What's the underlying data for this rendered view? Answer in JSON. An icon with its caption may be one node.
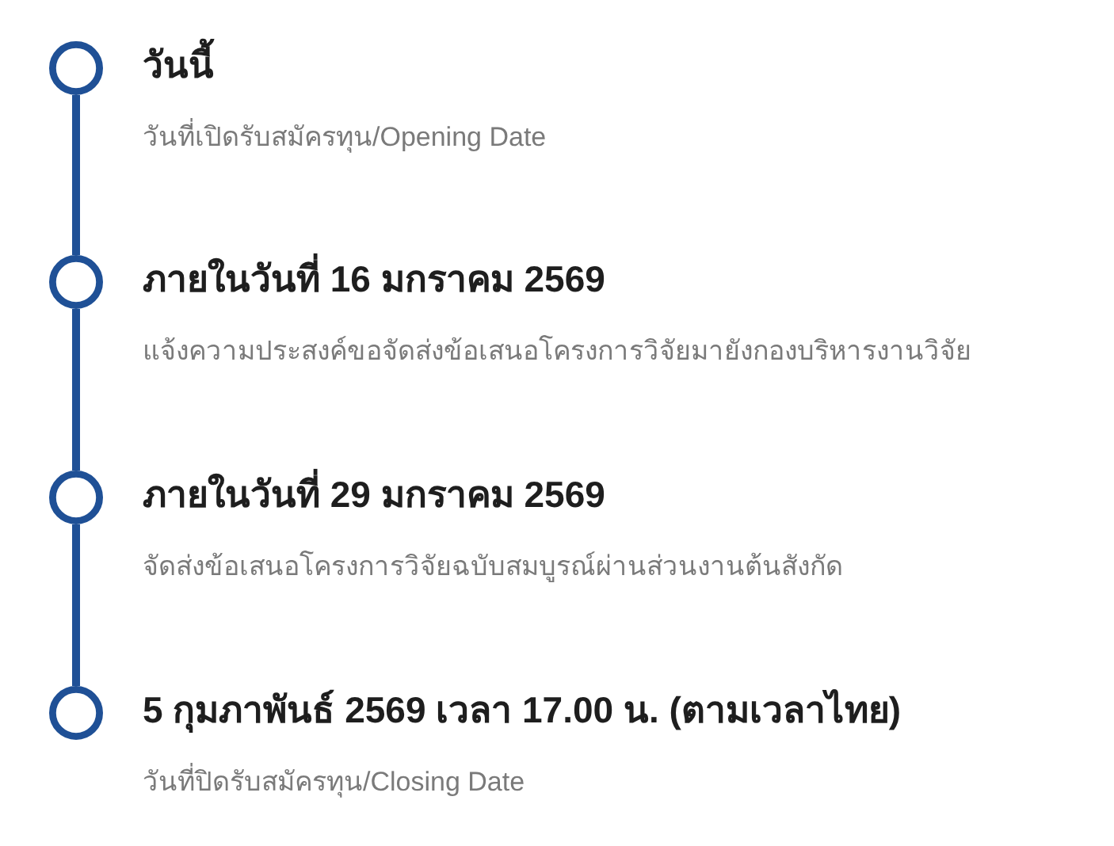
{
  "diagram": {
    "nodes": [
      {
        "text": [],
        "shape": "circle",
        "beside": [
          "วันนี้",
          "วันที่เปิดรับสมัครทุน/Opening Date"
        ]
      },
      {
        "text": [],
        "shape": "circle",
        "beside": [
          "ภายในวันที่ 16 มกราคม 2569",
          "แจ้งความประสงค์ขอจัดส่งข้อเสนอโครงการวิจัยมายังกองบริหารงานวิจัย"
        ]
      },
      {
        "text": [],
        "shape": "circle",
        "beside": [
          "ภายในวันที่ 29 มกราคม 2569",
          "จัดส่งข้อเสนอโครงการวิจัยฉบับสมบูรณ์ผ่านส่วนงานต้นสังกัด"
        ]
      },
      {
        "text": [],
        "shape": "circle",
        "beside": [
          "5 กุมภาพันธ์ 2569 เวลา 17.00 น. (ตามเวลาไทย)",
          "วันที่ปิดรับสมัครทุน/Closing Date"
        ]
      }
    ],
    "edges": [
      {
        "from": 0,
        "to": 1,
        "arrow": "none"
      },
      {
        "from": 1,
        "to": 2,
        "arrow": "none"
      },
      {
        "from": 2,
        "to": 3,
        "arrow": "none"
      }
    ]
  }
}
